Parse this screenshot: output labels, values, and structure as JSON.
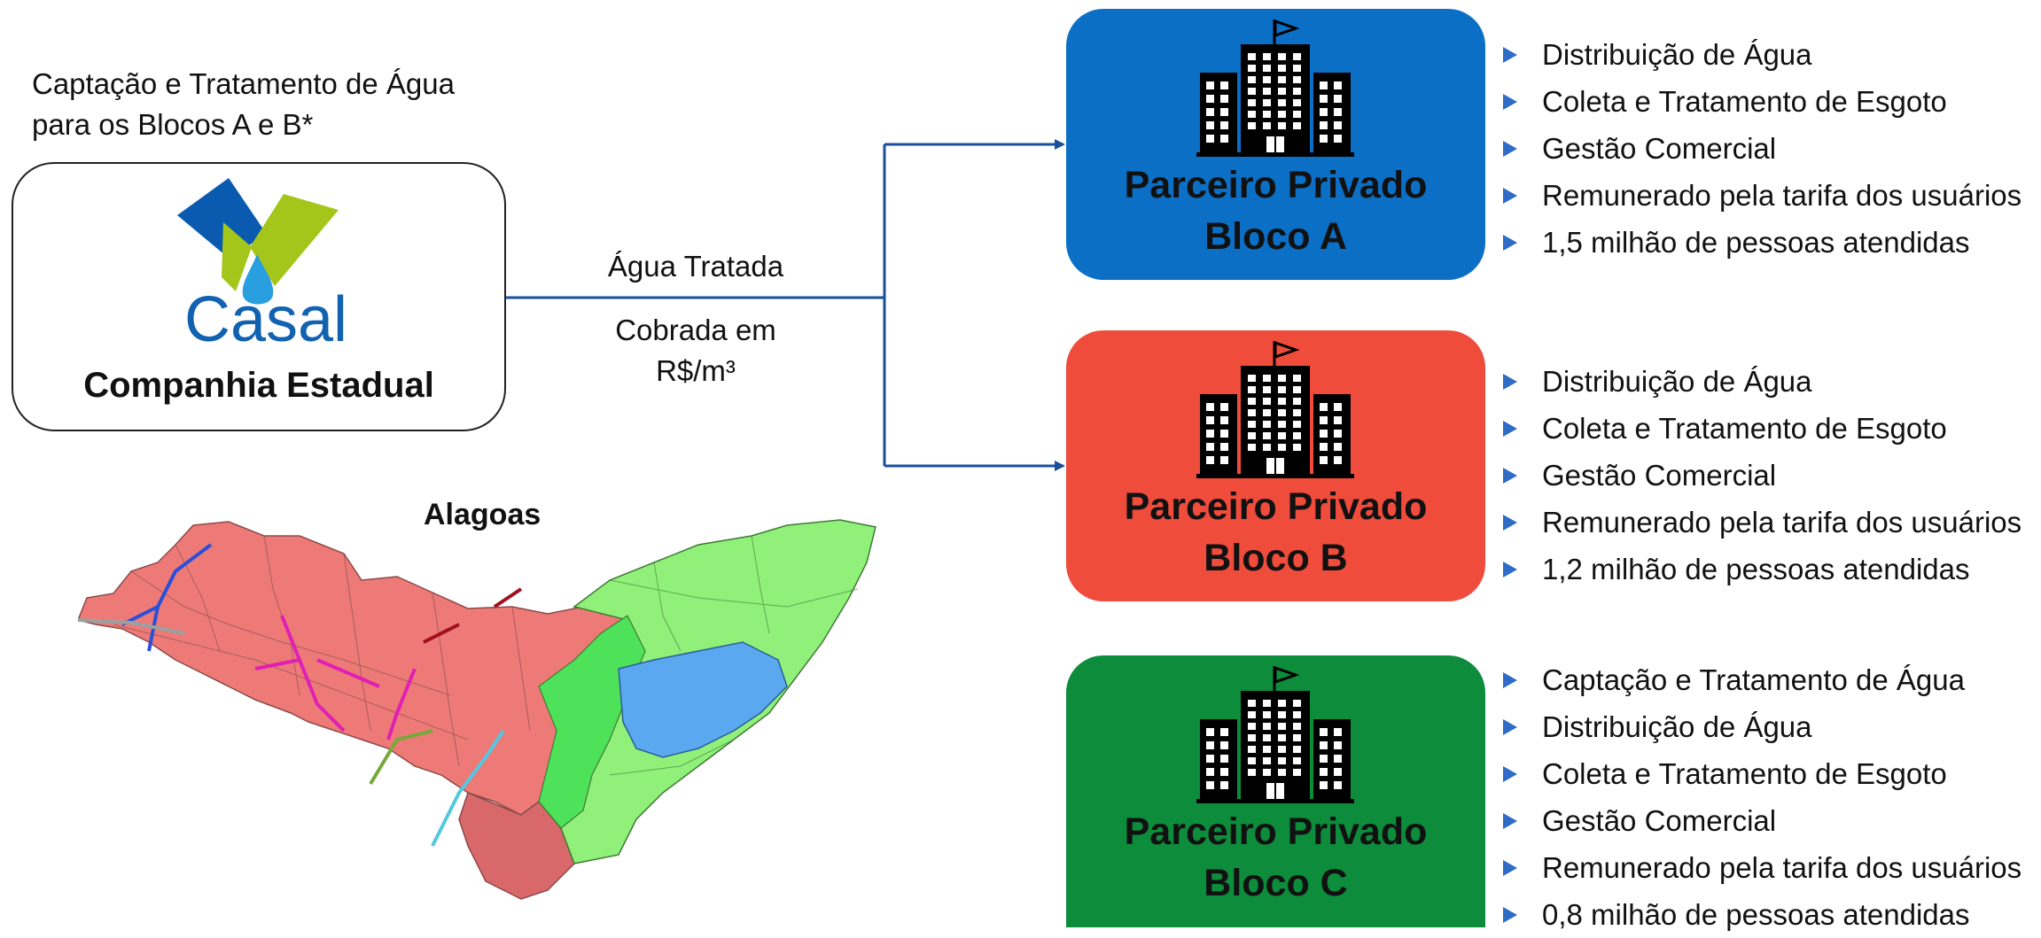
{
  "caption": {
    "line1": "Captação e Tratamento de Água",
    "line2": "para os Blocos A e B*"
  },
  "casal": {
    "logo_text": "Casal",
    "title": "Companhia Estadual",
    "colors": {
      "blue": "#0a5bb0",
      "green": "#a4c61a",
      "drop": "#2a9fe0"
    }
  },
  "flow": {
    "top_label": "Água Tratada",
    "bottom_label_line1": "Cobrada em",
    "bottom_label_line2": "R$/m³"
  },
  "map": {
    "title": "Alagoas",
    "colors": {
      "region_a": "#ee7a78",
      "region_b": "#90f07a",
      "region_c": "#5aa8ef"
    }
  },
  "blocks": [
    {
      "title_line1": "Parceiro Privado",
      "title_line2": "Bloco A",
      "color": "#0b6fc6",
      "icon": "building-icon",
      "bullets": [
        "Distribuição de Água",
        "Coleta e Tratamento de Esgoto",
        "Gestão Comercial",
        "Remunerado pela tarifa dos usuários",
        "1,5 milhão de pessoas atendidas"
      ]
    },
    {
      "title_line1": "Parceiro Privado",
      "title_line2": "Bloco B",
      "color": "#ef4c3c",
      "icon": "building-icon",
      "bullets": [
        "Distribuição de Água",
        "Coleta e Tratamento de Esgoto",
        "Gestão Comercial",
        "Remunerado pela tarifa dos usuários",
        "1,2 milhão de pessoas atendidas"
      ]
    },
    {
      "title_line1": "Parceiro Privado",
      "title_line2": "Bloco C",
      "color": "#0d8c3c",
      "icon": "building-icon",
      "bullets": [
        "Captação e Tratamento de Água",
        "Distribuição de Água",
        "Coleta e Tratamento de Esgoto",
        "Gestão Comercial",
        "Remunerado pela tarifa dos usuários",
        "0,8 milhão de pessoas atendidas"
      ]
    }
  ],
  "bullet_color": "#2e6cc7",
  "connector_color": "#1a4f9c"
}
